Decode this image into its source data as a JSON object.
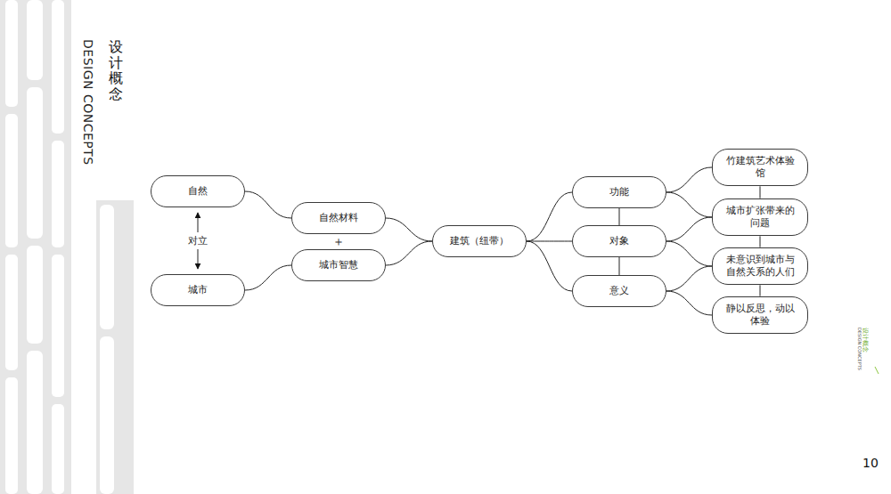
{
  "diagram": {
    "title": "设计概念",
    "nodes": [
      {
        "text": [
          "自然"
        ]
      },
      {
        "text": [
          "城市"
        ]
      },
      {
        "text": [
          "自然材料"
        ]
      },
      {
        "text": [
          "城市智慧"
        ]
      },
      {
        "text": [
          "建筑（纽带）"
        ]
      },
      {
        "text": [
          "功能"
        ]
      },
      {
        "text": [
          "对象"
        ]
      },
      {
        "text": [
          "意义"
        ]
      },
      {
        "text": [
          "竹建筑艺术体验馆"
        ]
      },
      {
        "text": [
          "城市扩张带来的问题"
        ]
      },
      {
        "text": [
          "未意识到城市与自然关系的人们"
        ]
      },
      {
        "text": [
          "静以反思，动以体验"
        ]
      }
    ],
    "edges": [
      {
        "from": 0,
        "to": 1,
        "label": "对立",
        "arrow": "both"
      },
      {
        "from": 0,
        "to": 2,
        "arrow": "none"
      },
      {
        "from": 1,
        "to": 3,
        "arrow": "none"
      },
      {
        "from": 2,
        "to": 4,
        "arrow": "none"
      },
      {
        "from": 3,
        "to": 4,
        "arrow": "none"
      },
      {
        "from": 4,
        "to": 5,
        "arrow": "none"
      },
      {
        "from": 4,
        "to": 6,
        "arrow": "none"
      },
      {
        "from": 4,
        "to": 7,
        "arrow": "none"
      },
      {
        "from": 5,
        "to": 6,
        "arrow": "none"
      },
      {
        "from": 6,
        "to": 7,
        "arrow": "none"
      },
      {
        "from": 5,
        "to": 8,
        "arrow": "none"
      },
      {
        "from": 5,
        "to": 9,
        "arrow": "none"
      },
      {
        "from": 6,
        "to": 9,
        "arrow": "none"
      },
      {
        "from": 6,
        "to": 10,
        "arrow": "none"
      },
      {
        "from": 7,
        "to": 10,
        "arrow": "none"
      },
      {
        "from": 7,
        "to": 11,
        "arrow": "none"
      },
      {
        "from": 8,
        "to": 9,
        "arrow": "none"
      },
      {
        "from": 9,
        "to": 10,
        "arrow": "none"
      },
      {
        "from": 10,
        "to": 11,
        "arrow": "none"
      }
    ],
    "labels": [
      "DESIGN CONCEPTS",
      "＋",
      "设计概念",
      "DESIGN CONCEPTS",
      "10"
    ]
  }
}
